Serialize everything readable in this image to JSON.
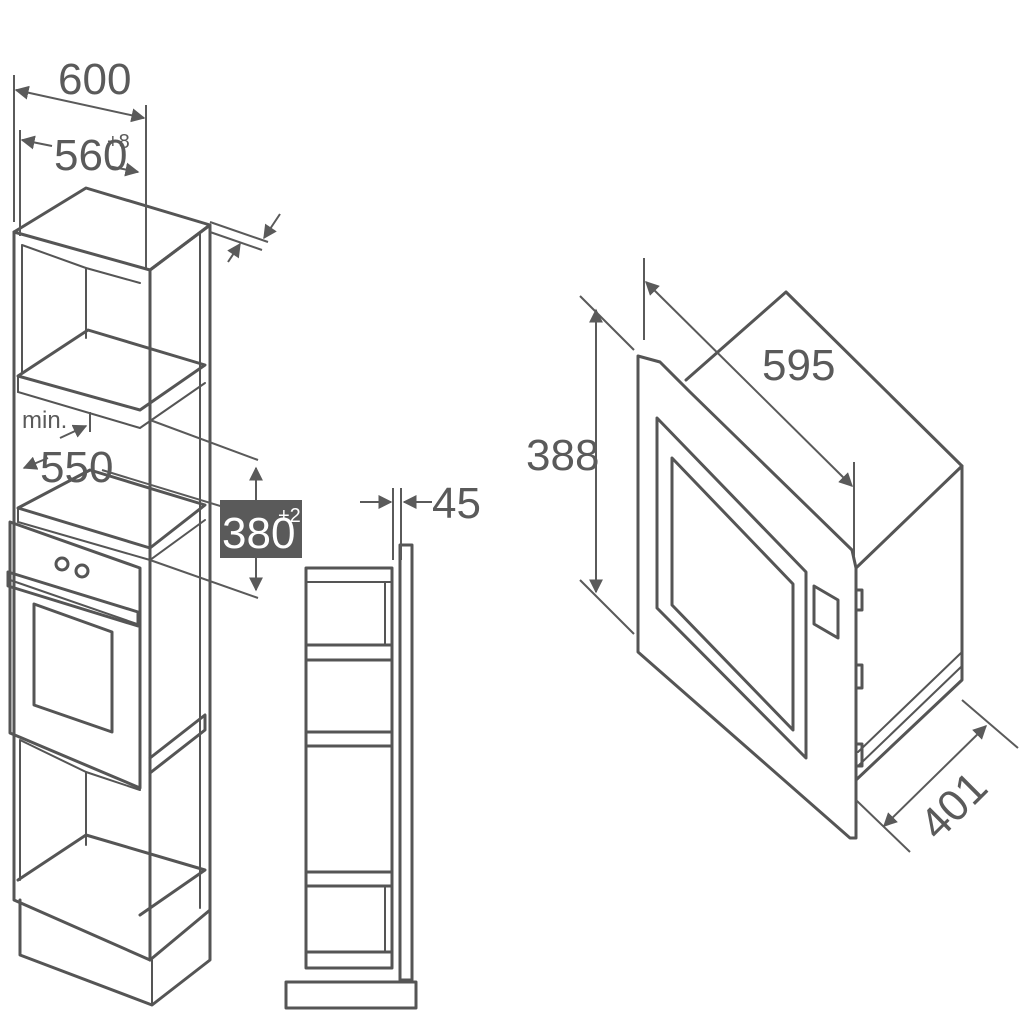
{
  "cabinet": {
    "width_outer": "600",
    "width_inner": "560",
    "width_inner_tol": "+8",
    "min_label": "min.",
    "depth_min": "550",
    "niche_height": "380",
    "niche_height_tol": "+2"
  },
  "side_view": {
    "gap": "45"
  },
  "appliance": {
    "width": "595",
    "height": "388",
    "depth": "401"
  }
}
